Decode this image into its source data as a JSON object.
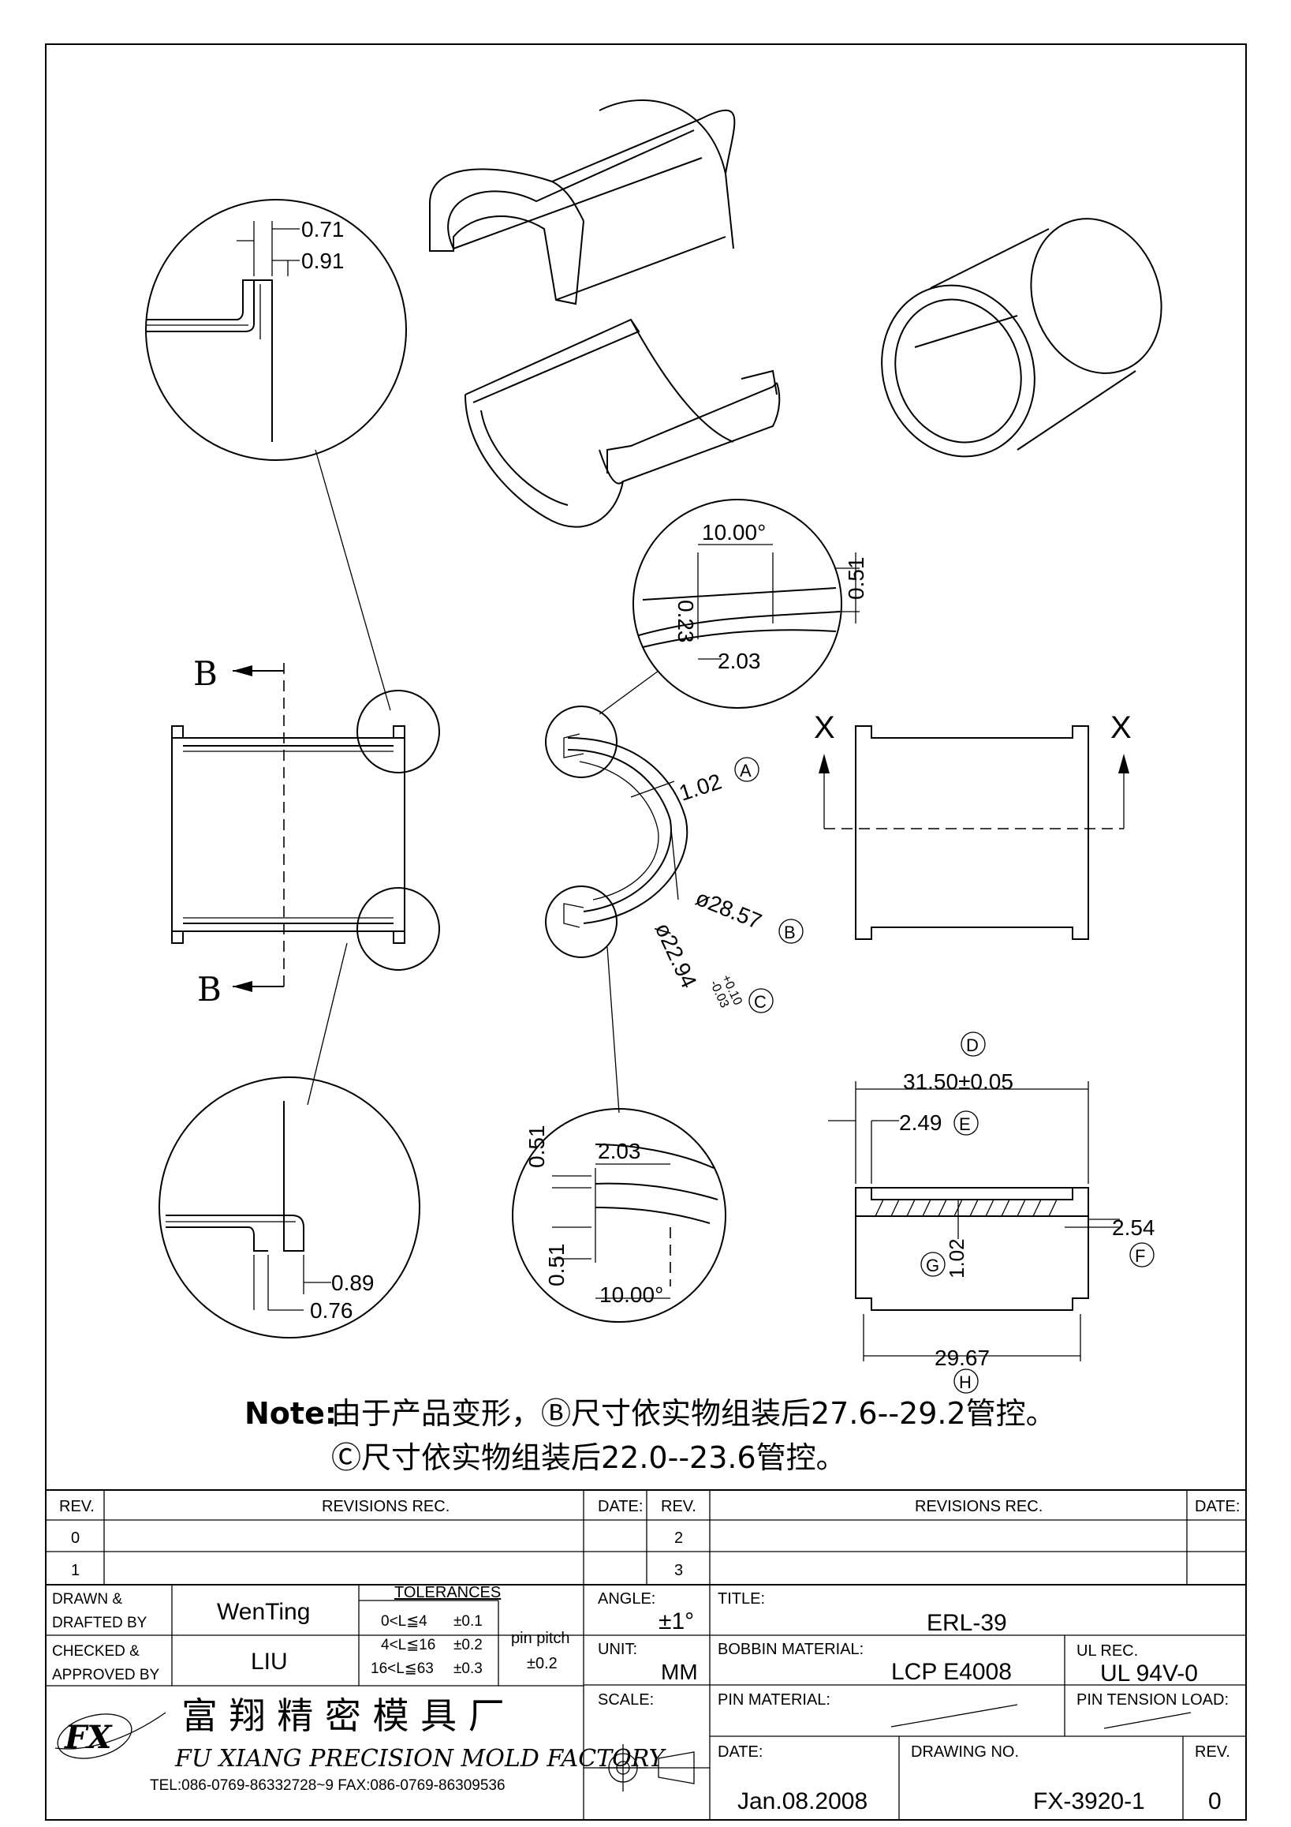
{
  "note": {
    "label": "Note:",
    "line1": "由于产品变形，Ⓑ尺寸依实物组装后27.6--29.2管控。",
    "line2": "Ⓒ尺寸依实物组装后22.0--23.6管控。"
  },
  "section_marks": {
    "b_top": "B",
    "b_bottom": "B",
    "x_left": "X",
    "x_right": "X"
  },
  "detail_top_left": {
    "d1": "0.71",
    "d2": "0.91"
  },
  "detail_bottom_left": {
    "d1": "0.89",
    "d2": "0.76"
  },
  "detail_top_mid": {
    "angle": "10.00°",
    "w": "2.03",
    "h1": "0.23",
    "h2": "0.51"
  },
  "detail_bottom_mid": {
    "angle": "10.00°",
    "w": "2.03",
    "h1": "0.51",
    "h2": "0.51"
  },
  "section_dims": {
    "thickness": "1.02",
    "thickness_tag": "A",
    "outer": "ø28.57",
    "outer_tag": "B",
    "inner": "ø22.94",
    "inner_tol_plus": "+0.10",
    "inner_tol_minus": "-0.03",
    "inner_tag": "C"
  },
  "side_dims": {
    "length": "31.50±0.05",
    "length_tag": "D",
    "flange": "2.49",
    "flange_tag": "E",
    "height": "2.54",
    "height_tag": "F",
    "wall": "1.02",
    "wall_tag": "G",
    "inner_length": "29.67",
    "inner_length_tag": "H"
  },
  "title_block": {
    "rev_header": "REV.",
    "revisions_header": "REVISIONS   REC.",
    "date_header": "DATE:",
    "rev_rows_left": [
      "0",
      "1"
    ],
    "rev_rows_right": [
      "2",
      "3"
    ],
    "drawn_label": "DRAWN &\nDRAFTED BY",
    "drawn_by": "WenTing",
    "checked_label": "CHECKED &\nAPPROVED BY",
    "checked_by": "LIU",
    "tolerances_label": "TOLERANCES",
    "tol_rows": [
      {
        "range": "0<L≦4",
        "val": "±0.1"
      },
      {
        "range": "4<L≦16",
        "val": "±0.2"
      },
      {
        "range": "16<L≦63",
        "val": "±0.3"
      }
    ],
    "pin_pitch_label": "pin  pitch",
    "pin_pitch_val": "±0.2",
    "angle_label": "ANGLE:",
    "angle_val": "±1°",
    "unit_label": "UNIT:",
    "unit_val": "MM",
    "scale_label": "SCALE:",
    "title_label": "TITLE:",
    "title_val": "ERL-39",
    "bobbin_label": "BOBBIN  MATERIAL:",
    "bobbin_val": "LCP  E4008",
    "ul_label": "UL  REC.",
    "ul_val": "UL  94V-0",
    "pin_material_label": "PIN  MATERIAL:",
    "pin_tension_label": "PIN  TENSION  LOAD:",
    "date_label": "DATE:",
    "date_val": "Jan.08.2008",
    "drawing_no_label": "DRAWING  NO.",
    "drawing_no_val": "FX-3920-1",
    "rev_label": "REV.",
    "rev_val": "0",
    "company_cn": "富 翔 精 密 模 具 厂",
    "company_en": "FU XIANG PRECISION MOLD FACTORY",
    "contact": "TEL:086-0769-86332728~9  FAX:086-0769-86309536",
    "logo_text": "FX"
  }
}
